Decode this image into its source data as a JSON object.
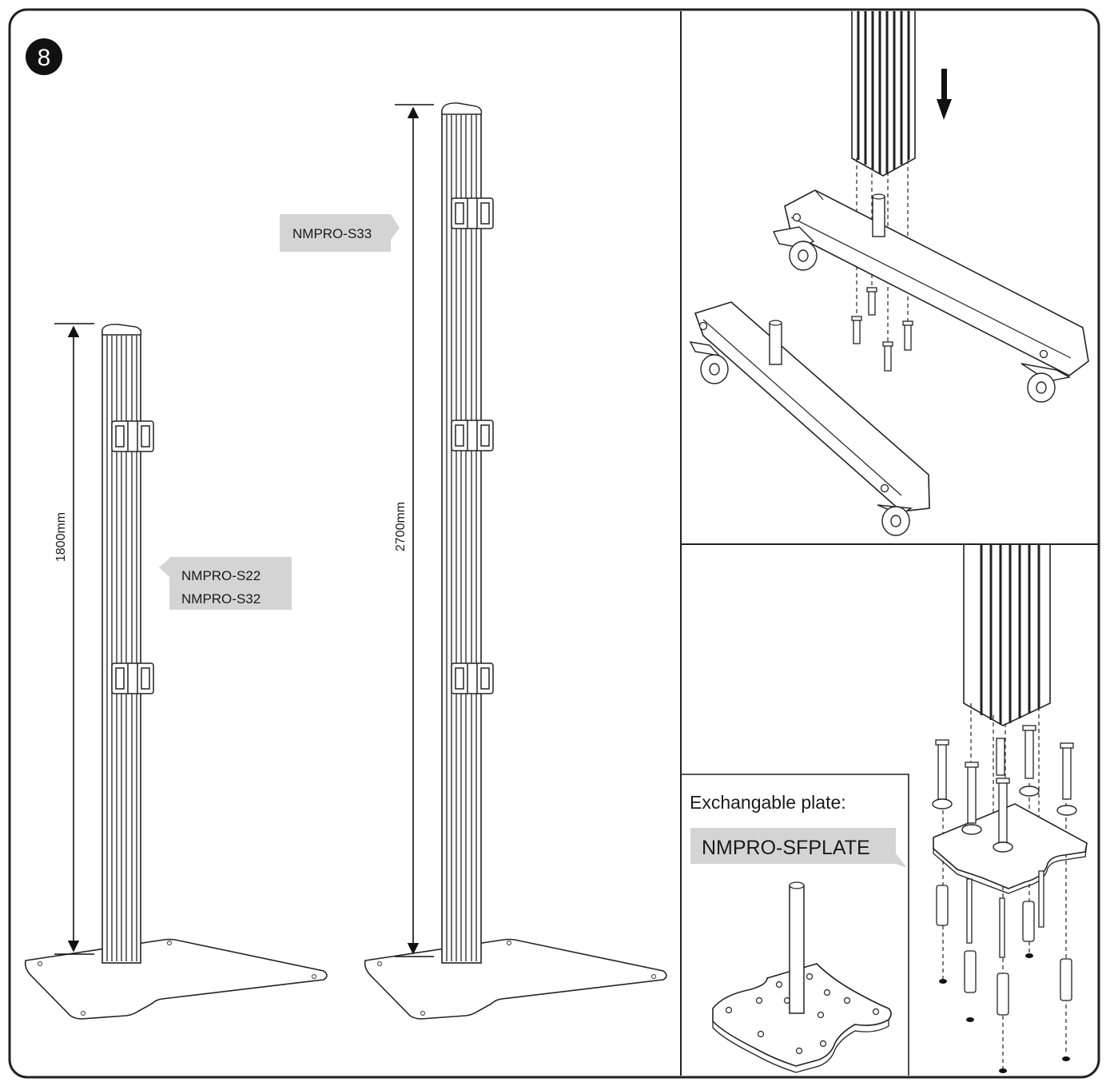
{
  "step": {
    "number": "8"
  },
  "dimensions": {
    "short_pole": "1800mm",
    "tall_pole": "2700mm"
  },
  "labels": {
    "tall_model": "NMPRO-S33",
    "short_model_1": "NMPRO-S22",
    "short_model_2": "NMPRO-S32"
  },
  "plate_panel": {
    "title": "Exchangable plate:",
    "model": "NMPRO-SFPLATE"
  },
  "colors": {
    "line": "#111111",
    "tag_fill": "#d4d4d4",
    "frame": "#222222"
  }
}
